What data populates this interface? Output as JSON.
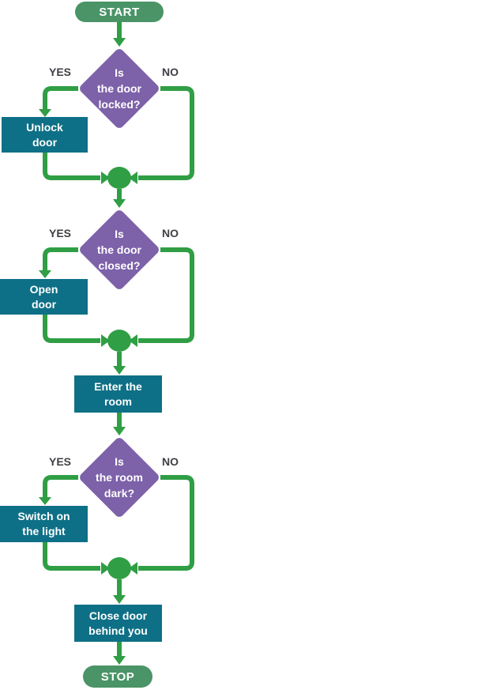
{
  "flowchart": {
    "colors": {
      "terminal_green": "#4a9467",
      "connector_green": "#2f9e44",
      "decision_purple": "#7d61a9",
      "process_teal": "#0e7086",
      "branch_label_dark": "#3f3f46",
      "node_text": "#ffffff"
    },
    "start": {
      "label": "START"
    },
    "stop": {
      "label": "STOP"
    },
    "decisions": [
      {
        "question": "Is\nthe door\nlocked?",
        "yes": "YES",
        "no": "NO",
        "yes_action": "Unlock\ndoor"
      },
      {
        "question": "Is\nthe door\nclosed?",
        "yes": "YES",
        "no": "NO",
        "yes_action": "Open\ndoor"
      },
      {
        "question": "Is\nthe room\ndark?",
        "yes": "YES",
        "no": "NO",
        "yes_action": "Switch on\nthe light"
      }
    ],
    "processes": [
      {
        "label": "Enter the\nroom"
      },
      {
        "label": "Close door\nbehind you"
      }
    ]
  }
}
